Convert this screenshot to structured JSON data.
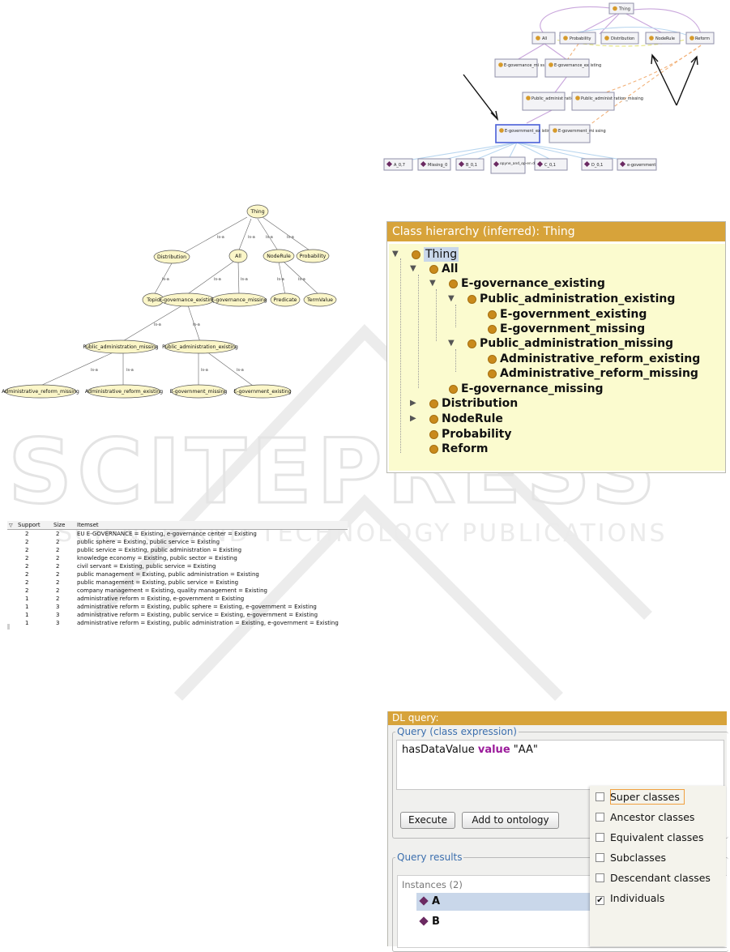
{
  "ontograf": {
    "nodes": [
      "Thing",
      "All",
      "Probability",
      "Distribution",
      "NodeRule",
      "Reform",
      "E-governance_mi ssing",
      "E-governance_ex isting",
      "Public_administ ration_existing",
      "Public_administ ration_missing",
      "E-government_ex isting",
      "E-government_mi ssing",
      "A_0,7",
      "Missing_0",
      "B_0,1",
      "opyne_and_op-en d",
      "C_0,1",
      "D_0,1",
      "e-government"
    ]
  },
  "owlviz": {
    "edge_label": "is-a",
    "nodes": [
      "Thing",
      "Distribution",
      "All",
      "NodeRule",
      "Probability",
      "Topic",
      "E-governance_existing",
      "E-governance_missing",
      "Predicate",
      "TermValue",
      "Public_administration_missing",
      "Public_administration_existing",
      "Administrative_reform_missing",
      "Administrative_reform_existing",
      "E-government_missing",
      "E-government_existing"
    ]
  },
  "class_hierarchy": {
    "title": "Class hierarchy (inferred): Thing",
    "items": [
      {
        "label": "Thing"
      },
      {
        "label": "All"
      },
      {
        "label": "E-governance_existing"
      },
      {
        "label": "Public_administration_existing"
      },
      {
        "label": "E-government_existing"
      },
      {
        "label": "E-government_missing"
      },
      {
        "label": "Public_administration_missing"
      },
      {
        "label": "Administrative_reform_existing"
      },
      {
        "label": "Administrative_reform_missing"
      },
      {
        "label": "E-governance_missing"
      },
      {
        "label": "Distribution"
      },
      {
        "label": "NodeRule"
      },
      {
        "label": "Probability"
      },
      {
        "label": "Reform"
      }
    ],
    "dot_color": "#c98a1c"
  },
  "itemsets": {
    "headers": [
      "Support",
      "Size",
      "Itemset"
    ],
    "rows": [
      [
        "2",
        "2",
        "EU E-GOVERNANCE = Existing, e-governance center = Existing"
      ],
      [
        "2",
        "2",
        "public sphere = Existing, public service = Existing"
      ],
      [
        "2",
        "2",
        "public service = Existing, public administration = Existing"
      ],
      [
        "2",
        "2",
        "knowledge economy = Existing, public sector = Existing"
      ],
      [
        "2",
        "2",
        "civil servant = Existing, public service = Existing"
      ],
      [
        "2",
        "2",
        "public management = Existing, public administration = Existing"
      ],
      [
        "2",
        "2",
        "public management = Existing, public service = Existing"
      ],
      [
        "2",
        "2",
        "company management = Existing, quality management = Existing"
      ],
      [
        "1",
        "2",
        "administrative reform = Existing, e-government = Existing"
      ],
      [
        "1",
        "3",
        "administrative reform = Existing, public sphere = Existing, e-government = Existing"
      ],
      [
        "1",
        "3",
        "administrative reform = Existing, public service = Existing, e-government = Existing"
      ],
      [
        "1",
        "3",
        "administrative reform = Existing, public administration = Existing, e-government = Existing"
      ]
    ]
  },
  "dl_query": {
    "title": "DL query:",
    "query_group": "Query (class expression)",
    "query_parts": [
      "hasDataValue ",
      "value",
      " \"AA\""
    ],
    "execute_label": "Execute",
    "add_label": "Add to ontology",
    "options": [
      {
        "label": "Super classes",
        "checked": false
      },
      {
        "label": "Ancestor classes",
        "checked": false
      },
      {
        "label": "Equivalent classes",
        "checked": false
      },
      {
        "label": "Subclasses",
        "checked": false
      },
      {
        "label": "Descendant classes",
        "checked": false
      },
      {
        "label": "Individuals",
        "checked": true
      }
    ],
    "results_group": "Query results",
    "instances_label": "Instances (2)",
    "instances": [
      "A",
      "B"
    ]
  },
  "watermark": "SCITEPRESS SCIENCE AND TECHNOLOGY PUBLICATIONS",
  "colors": {
    "accent": "#d7a33a",
    "tree_bg": "#fbfbcf",
    "owlviz_node": "#fbf6c8",
    "selection": "#c9d7ea"
  }
}
